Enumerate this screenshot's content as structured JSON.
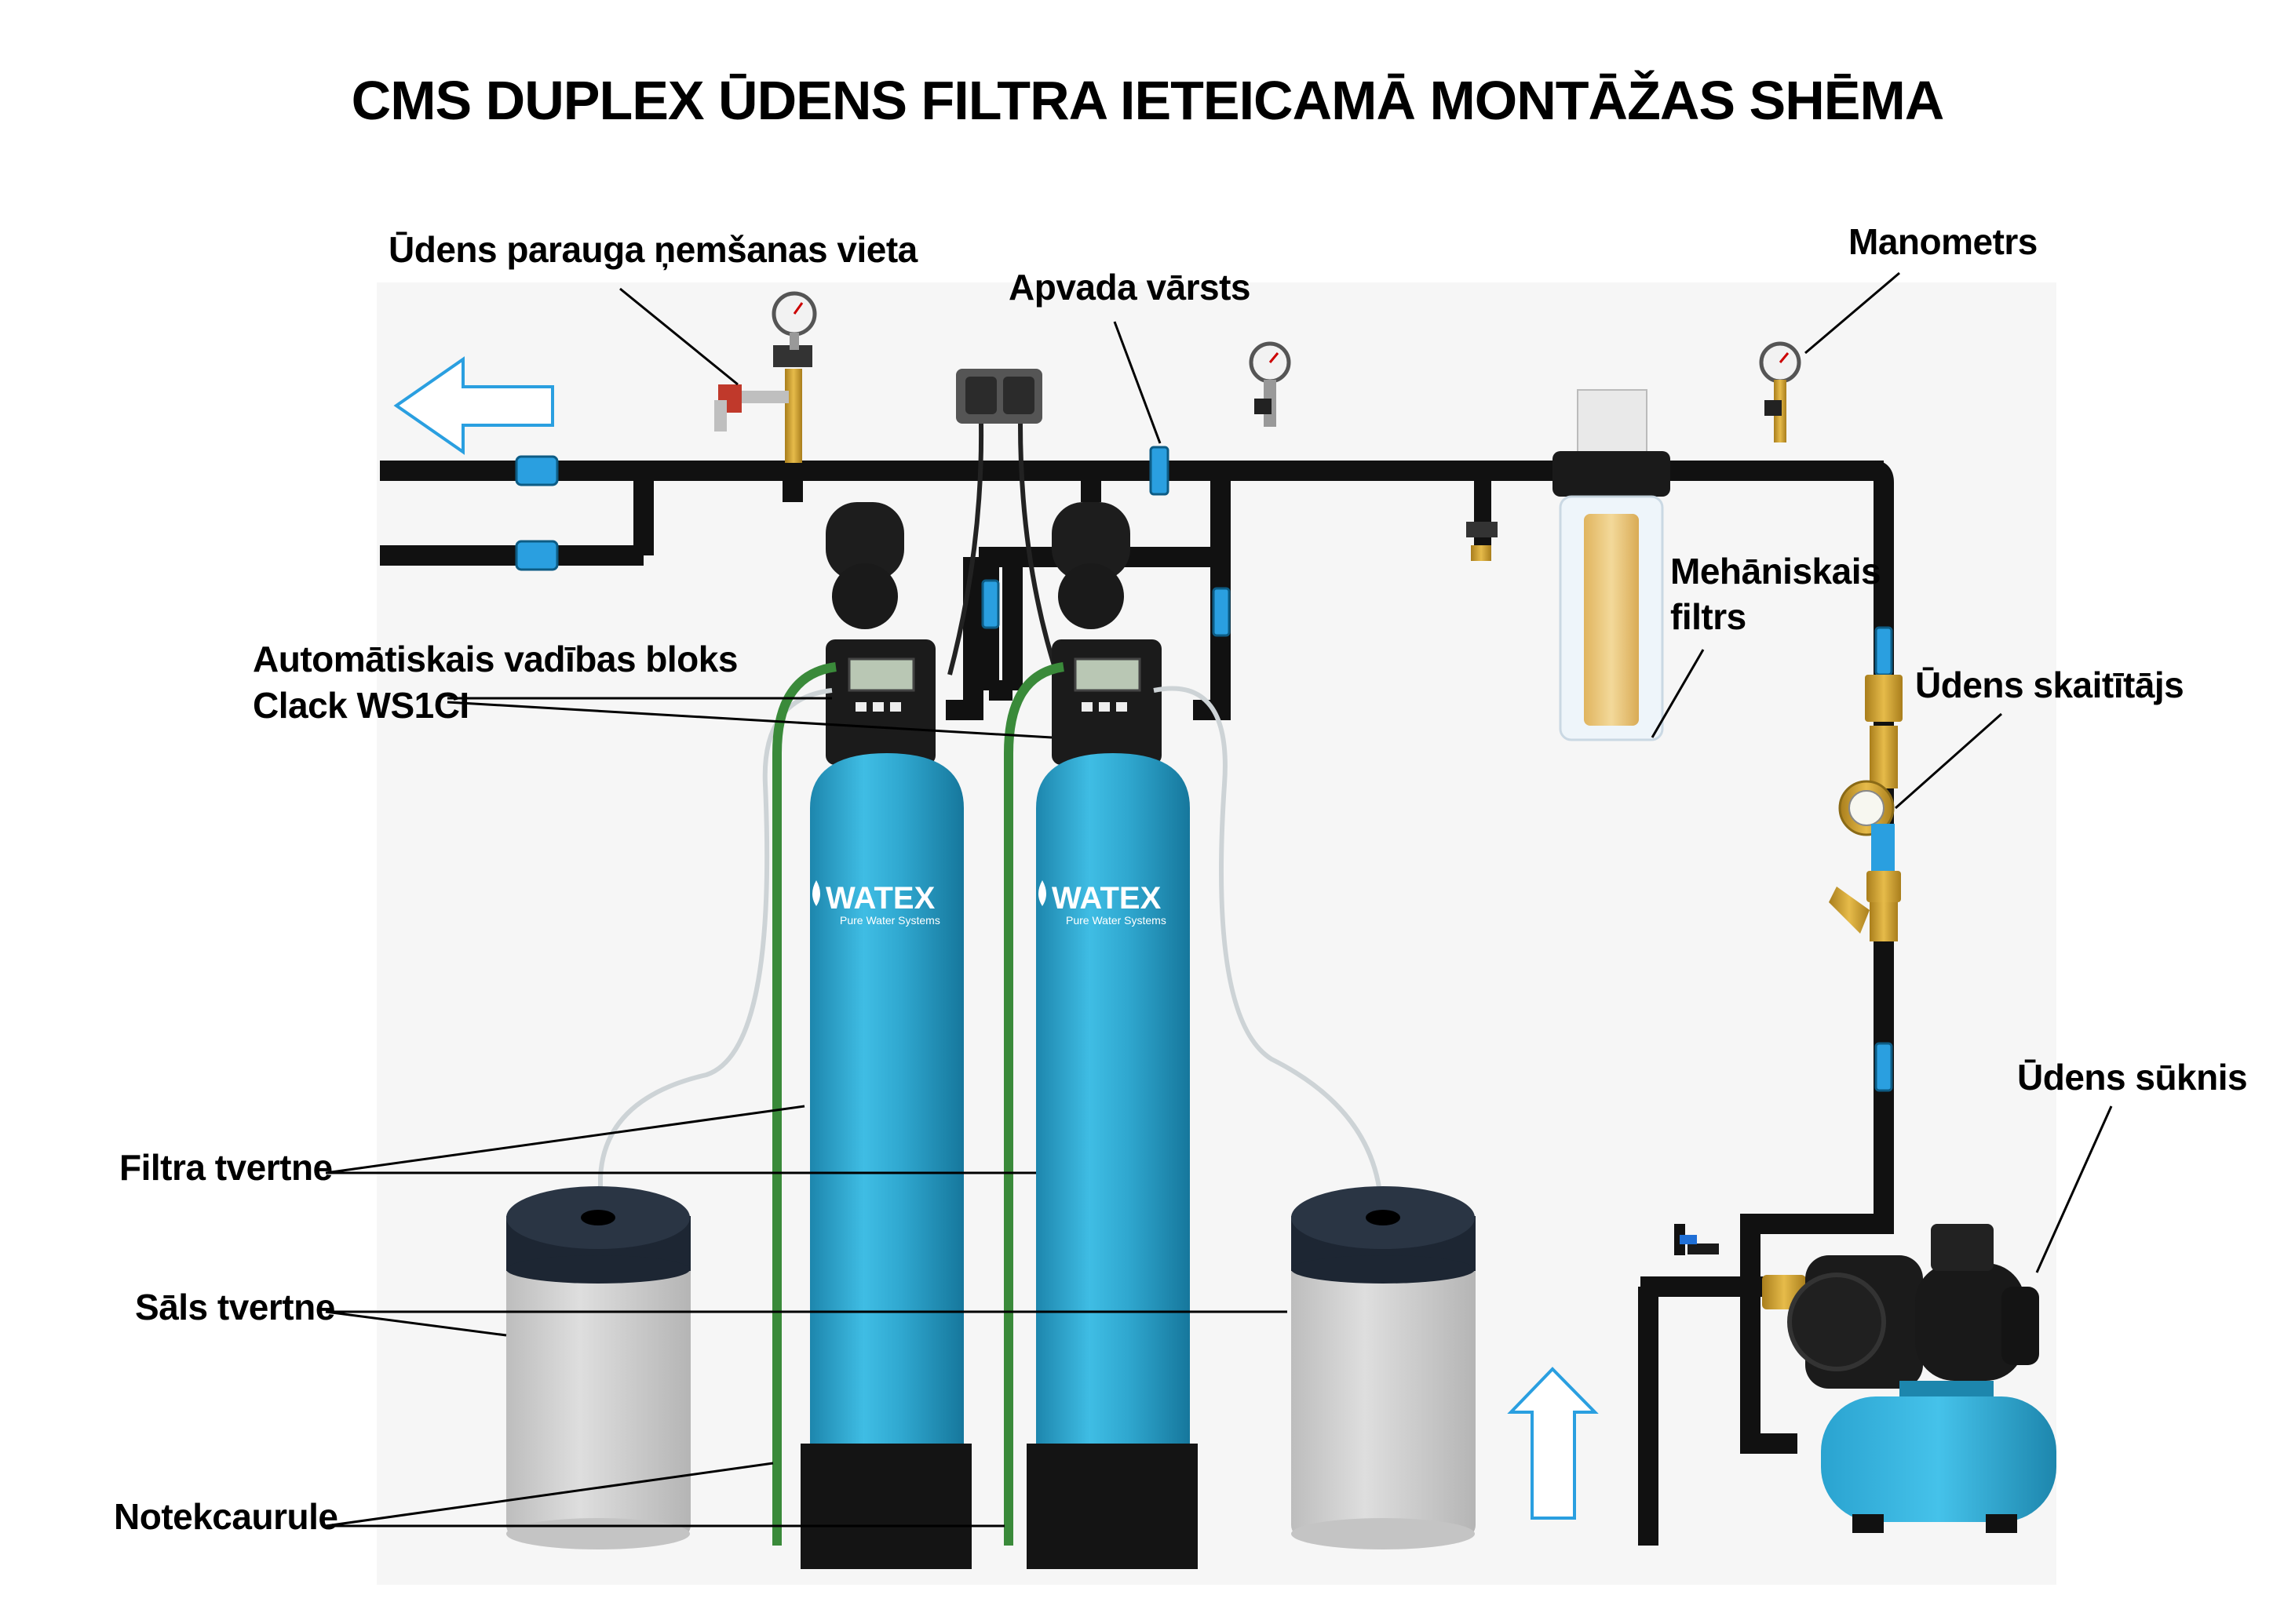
{
  "title": "CMS DUPLEX ŪDENS FILTRA IETEICAMĀ MONTĀŽAS SHĒMA",
  "labels": {
    "sample_point": "Ūdens parauga ņemšanas vieta",
    "bypass_valve": "Apvada vārsts",
    "manometer": "Manometrs",
    "mechanical_filter_line1": "Mehāniskais",
    "mechanical_filter_line2": "filtrs",
    "water_meter": "Ūdens skaitītājs",
    "control_unit_line1": "Automātiskais vadības bloks",
    "control_unit_line2": "Clack WS1CI",
    "water_pump": "Ūdens sūknis",
    "filter_tank": "Filtra tvertne",
    "salt_tank": "Sāls tvertne",
    "drain_pipe": "Notekcaurule"
  },
  "tank_brand": {
    "name": "WATEX",
    "tagline": "Pure Water Systems"
  },
  "colors": {
    "pipe": "#111111",
    "tank_blue": "#2fa7cf",
    "tank_base": "#111111",
    "salt_tank_body": "#cfcfcf",
    "salt_tank_lid": "#1d2633",
    "flow_arrow": "#2a9fe0",
    "brass": "#c89a2a",
    "drain_hose": "#3a8a3a",
    "filter_cartridge": "#e8c77a"
  },
  "icons": [
    "flow-arrow-left-icon",
    "flow-arrow-up-icon",
    "manometer-icon",
    "valve-icon",
    "water-meter-icon",
    "pump-icon"
  ]
}
